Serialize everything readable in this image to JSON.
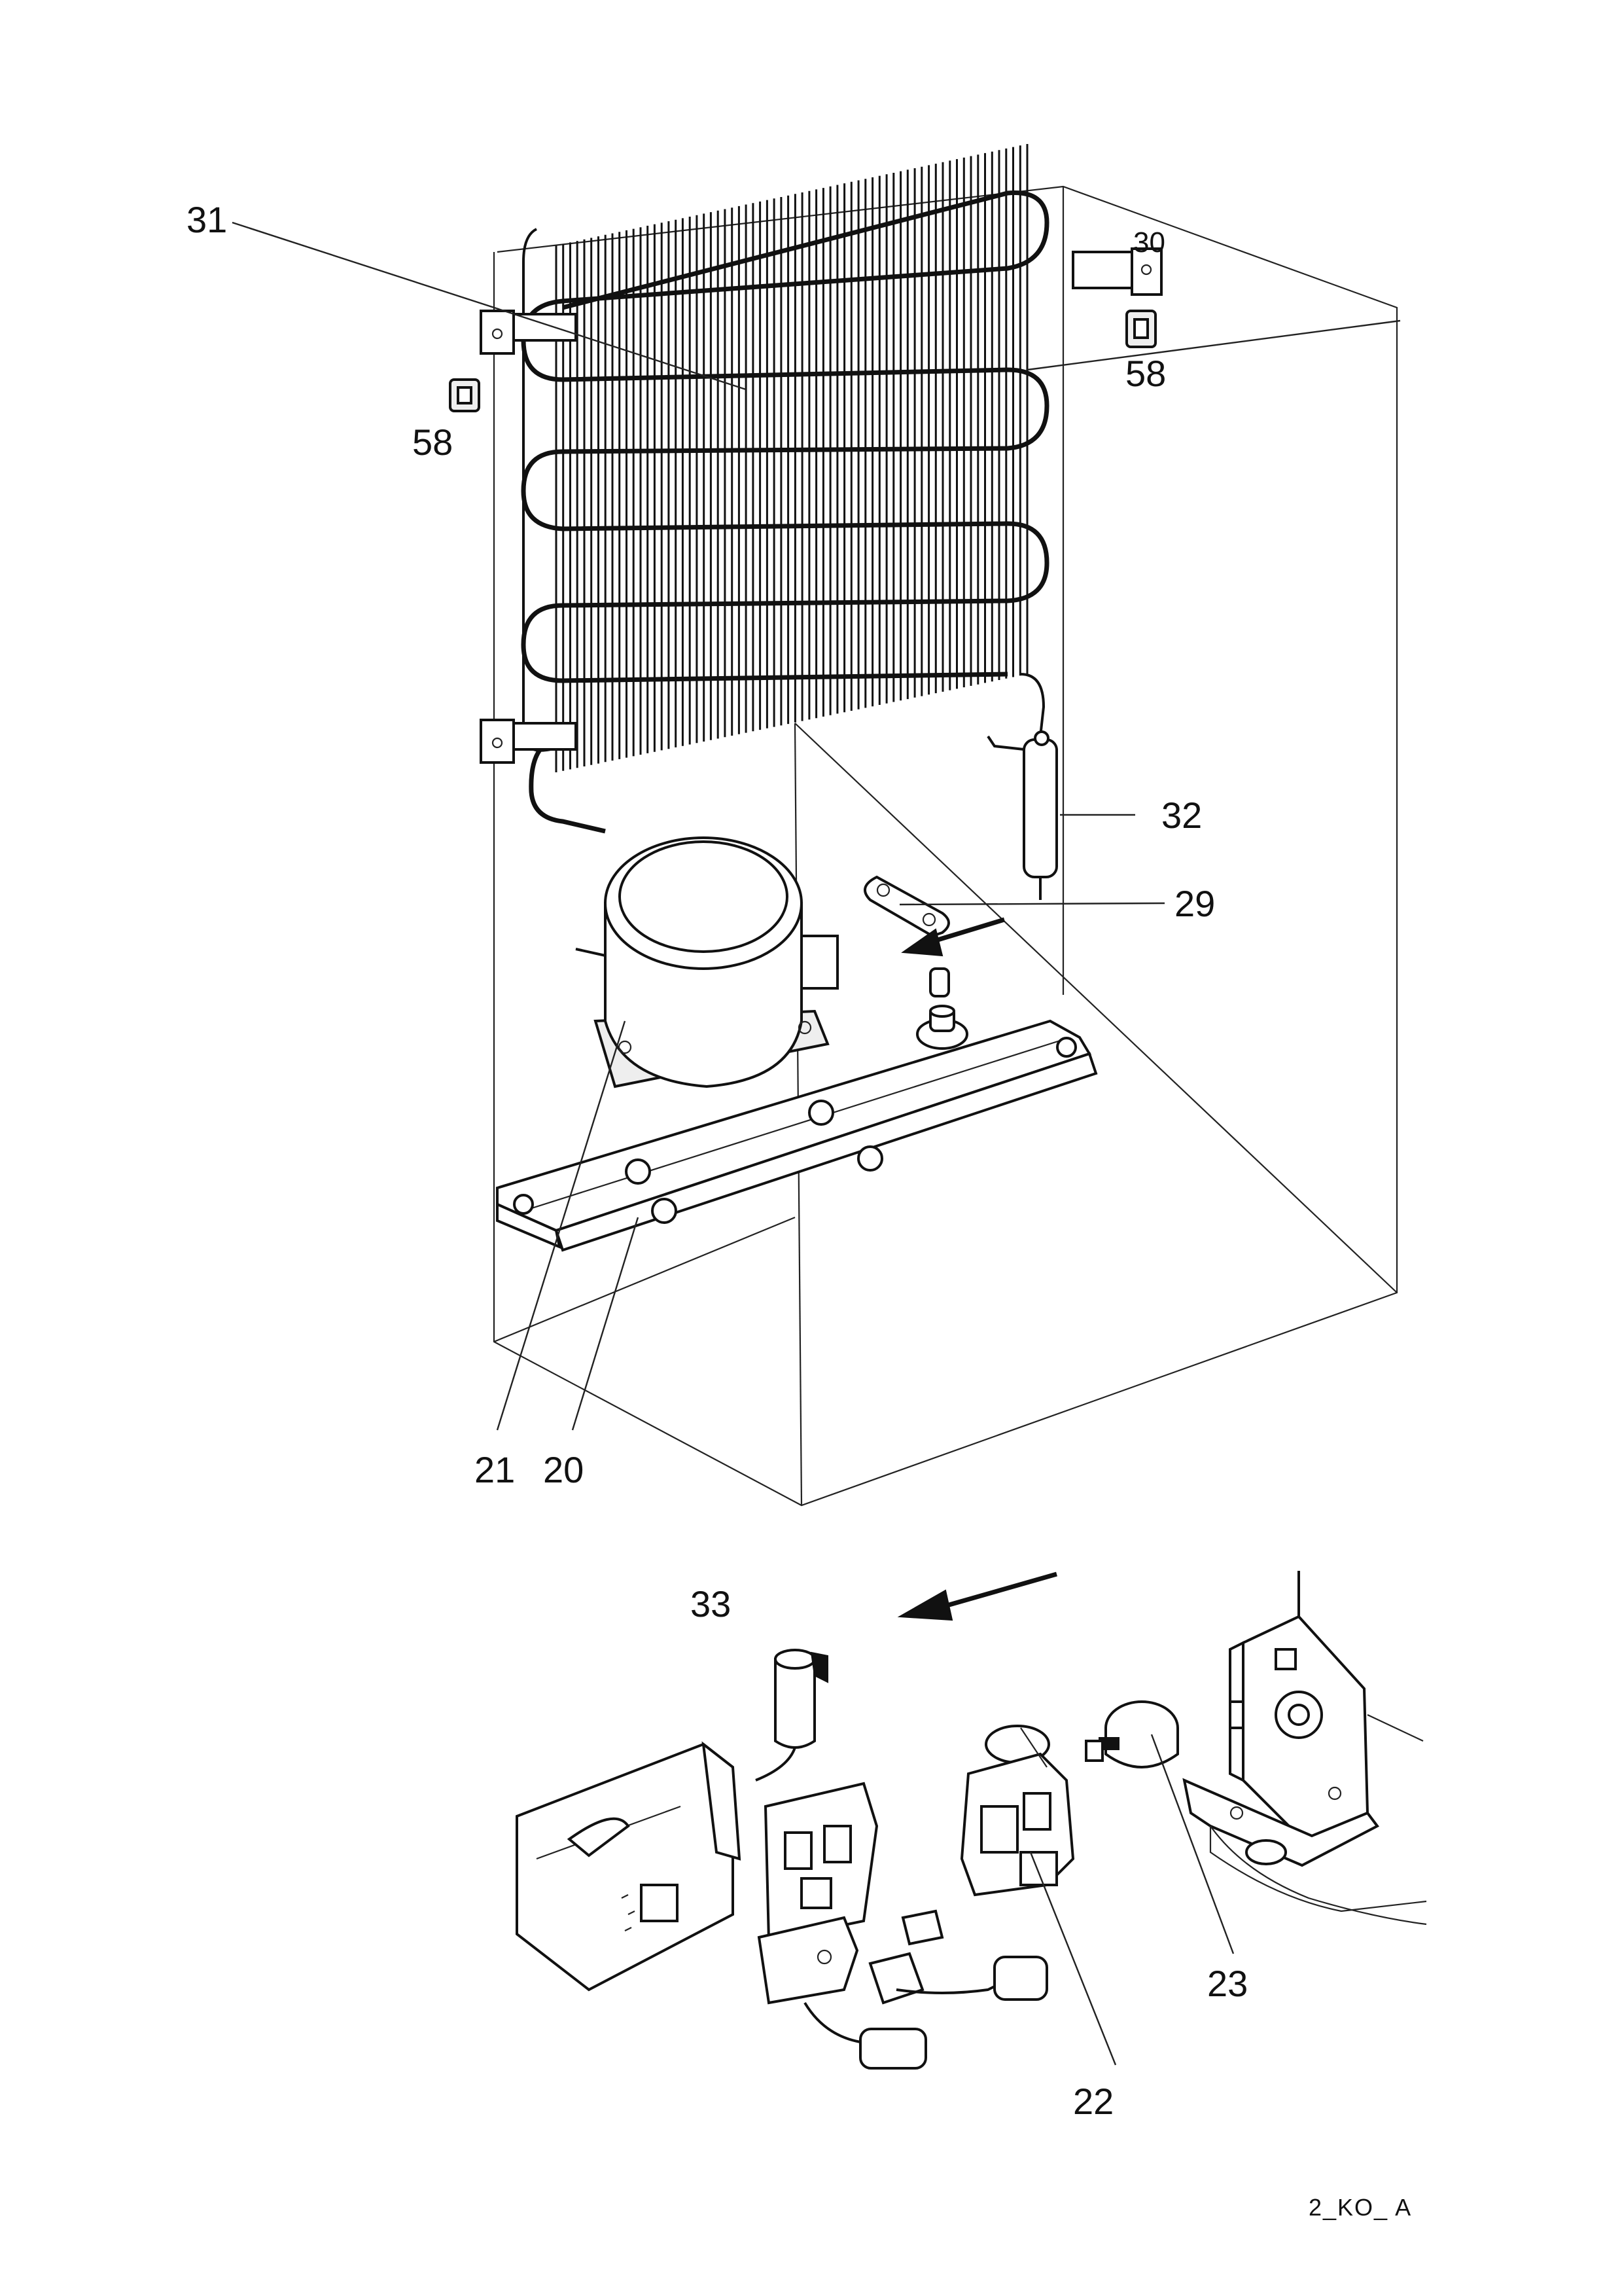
{
  "labels": {
    "p31": "31",
    "p30": "30",
    "p58_left": "58",
    "p58_right": "58",
    "p32": "32",
    "p29": "29",
    "p21": "21",
    "p20": "20",
    "p33": "33",
    "p22": "22",
    "p23": "23"
  },
  "drawing_code": "2_KO_ A"
}
